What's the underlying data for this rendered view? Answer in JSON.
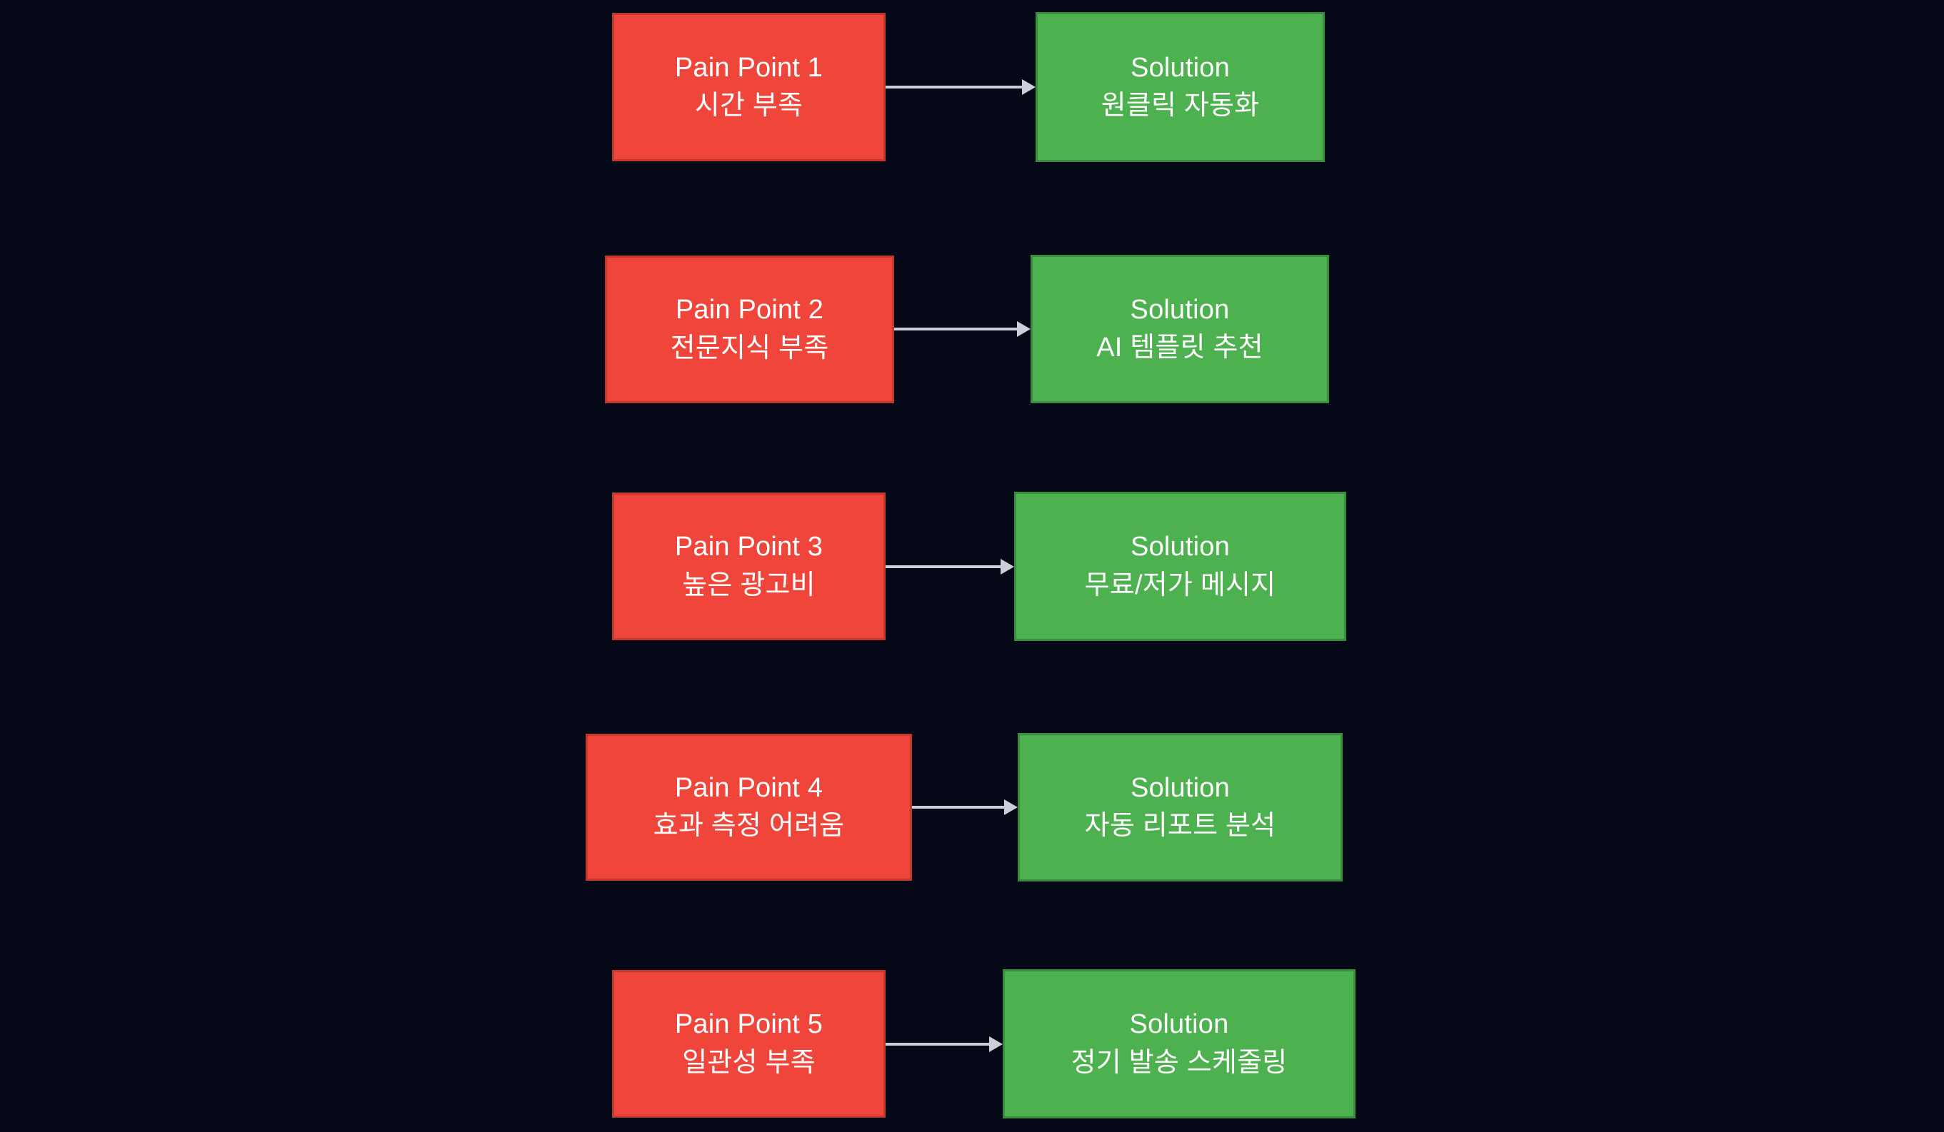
{
  "diagram": {
    "type": "flowchart",
    "orientation": "left-to-right",
    "background_color": "#040817",
    "pain_color": "#F0453A",
    "pain_border_color": "#C0392B",
    "solution_color": "#4CB14E",
    "solution_border_color": "#3A8C3E",
    "arrow_color": "#CBD0D8",
    "text_color": "#FFFFFF",
    "rows": [
      {
        "pain": {
          "title": "Pain Point 1",
          "detail": "시간 부족"
        },
        "solution": {
          "title": "Solution",
          "detail": "원클릭 자동화"
        },
        "connector": "arrow-right"
      },
      {
        "pain": {
          "title": "Pain Point 2",
          "detail": "전문지식 부족"
        },
        "solution": {
          "title": "Solution",
          "detail": "AI 템플릿 추천"
        },
        "connector": "arrow-right"
      },
      {
        "pain": {
          "title": "Pain Point 3",
          "detail": "높은 광고비"
        },
        "solution": {
          "title": "Solution",
          "detail": "무료/저가 메시지"
        },
        "connector": "arrow-right"
      },
      {
        "pain": {
          "title": "Pain Point 4",
          "detail": "효과 측정 어려움"
        },
        "solution": {
          "title": "Solution",
          "detail": "자동 리포트 분석"
        },
        "connector": "arrow-right"
      },
      {
        "pain": {
          "title": "Pain Point 5",
          "detail": "일관성 부족"
        },
        "solution": {
          "title": "Solution",
          "detail": "정기 발송 스케줄링"
        },
        "connector": "arrow-right"
      }
    ]
  }
}
